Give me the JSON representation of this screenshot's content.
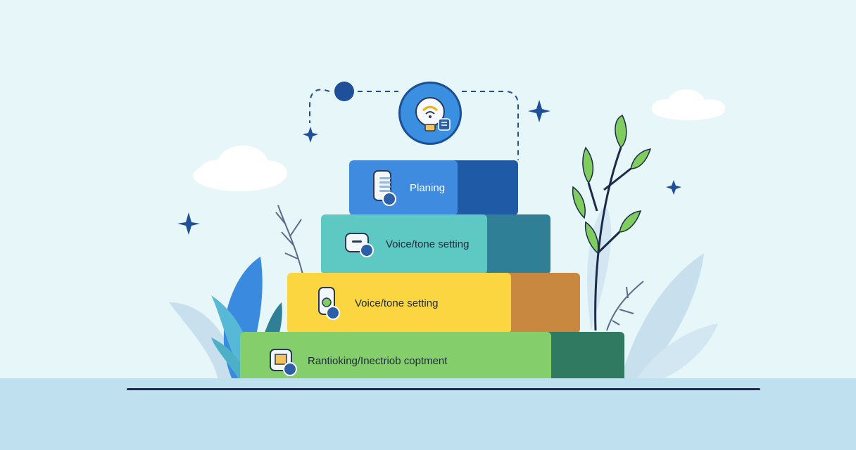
{
  "steps": [
    {
      "id": "planning",
      "label": "Planing",
      "icon": "document-list-icon",
      "front_color": "#3e8be0",
      "side_color": "#1f5aa6"
    },
    {
      "id": "voice-tone-1",
      "label": "Voice/tone setting",
      "icon": "chat-bubble-icon",
      "front_color": "#5ec8c2",
      "side_color": "#2f7f97"
    },
    {
      "id": "voice-tone-2",
      "label": "Voice/tone setting",
      "icon": "phone-chart-icon",
      "front_color": "#fbd640",
      "side_color": "#c98840"
    },
    {
      "id": "base",
      "label": "Rantioking/Inectriob coptment",
      "icon": "framed-picture-icon",
      "front_color": "#84cf6c",
      "side_color": "#2f7a60"
    }
  ],
  "top_icon": "lightbulb-idea-icon",
  "colors": {
    "background": "#e6f6f9",
    "ground": "#bfe0ee",
    "accent_dark": "#1c4f96"
  }
}
